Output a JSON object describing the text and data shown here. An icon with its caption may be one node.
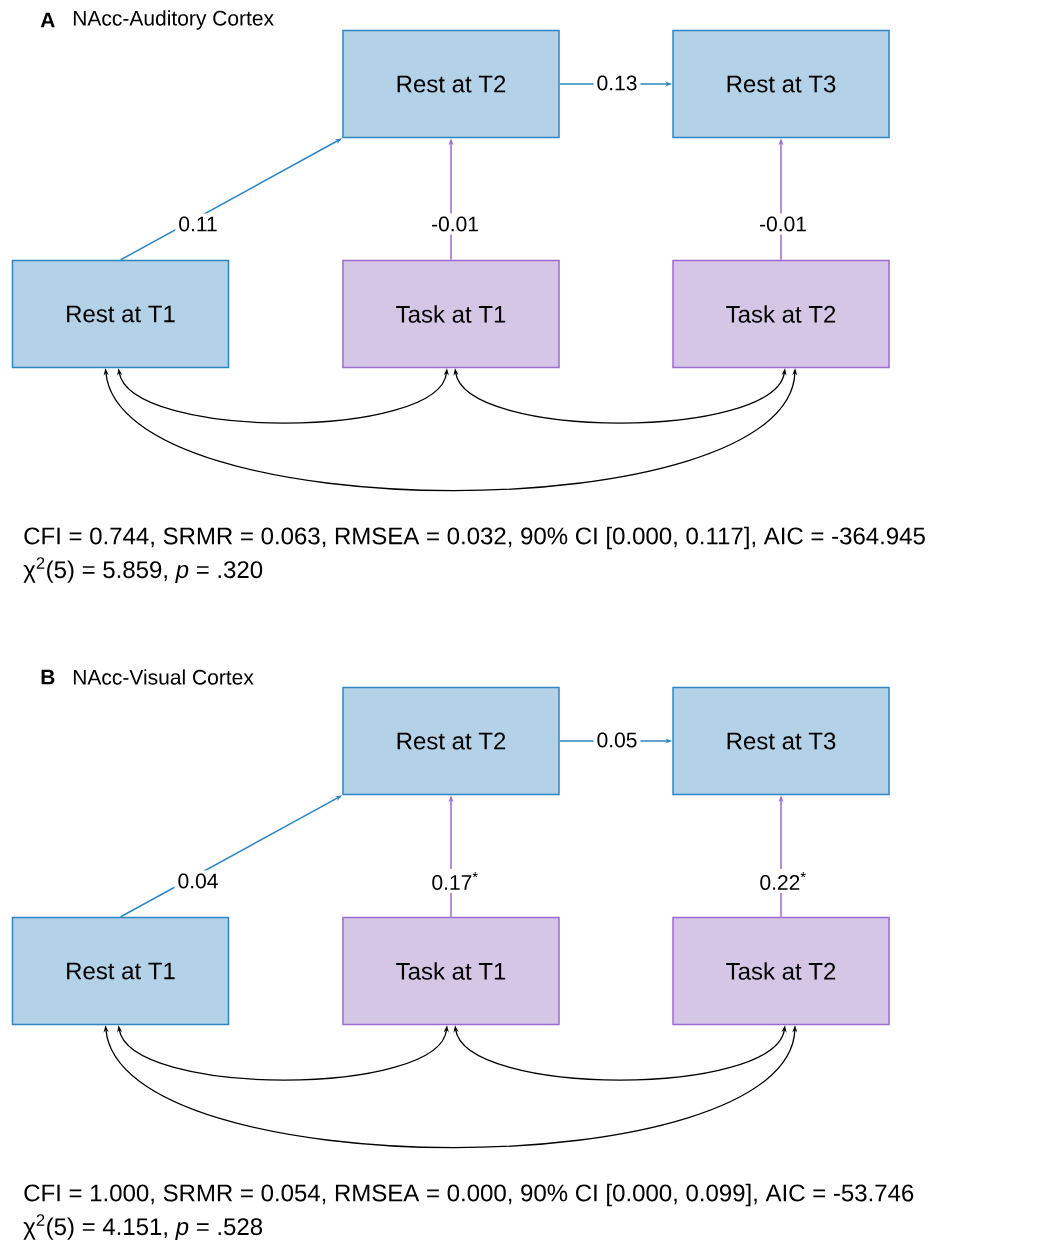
{
  "diagram": {
    "nodes": [
      {
        "text": [
          "Rest at T2"
        ]
      },
      {
        "text": [
          "Rest at T3"
        ]
      },
      {
        "text": [
          "Rest at T1"
        ]
      },
      {
        "text": [
          "Task at T1"
        ]
      },
      {
        "text": [
          "Task at T2"
        ]
      },
      {
        "text": [
          "Rest at T2"
        ]
      },
      {
        "text": [
          "Rest at T3"
        ]
      },
      {
        "text": [
          "Rest at T1"
        ]
      },
      {
        "text": [
          "Task at T1"
        ]
      },
      {
        "text": [
          "Task at T2"
        ]
      }
    ],
    "edges": [
      {
        "from": 2,
        "to": 0,
        "arrow": "to",
        "label": "0.11",
        "color": "#2e86c1"
      },
      {
        "from": 0,
        "to": 1,
        "arrow": "to",
        "label": "0.13",
        "color": "#2e86c1"
      },
      {
        "from": 3,
        "to": 0,
        "arrow": "to",
        "label": "-0.01",
        "color": "#9b6bd0"
      },
      {
        "from": 4,
        "to": 1,
        "arrow": "to",
        "label": "-0.01",
        "color": "#9b6bd0"
      },
      {
        "from": 2,
        "to": 3,
        "arrow": "both"
      },
      {
        "from": 3,
        "to": 4,
        "arrow": "both"
      },
      {
        "from": 2,
        "to": 4,
        "arrow": "both"
      },
      {
        "from": 7,
        "to": 5,
        "arrow": "to",
        "label": "0.04",
        "color": "#2e86c1"
      },
      {
        "from": 5,
        "to": 6,
        "arrow": "to",
        "label": "0.05",
        "color": "#2e86c1"
      },
      {
        "from": 8,
        "to": 5,
        "arrow": "to",
        "label": "0.17$^{*}$",
        "color": "#9b6bd0"
      },
      {
        "from": 9,
        "to": 6,
        "arrow": "to",
        "label": "0.22$^{*}$",
        "color": "#9b6bd0"
      },
      {
        "from": 7,
        "to": 8,
        "arrow": "both"
      },
      {
        "from": 8,
        "to": 9,
        "arrow": "both"
      },
      {
        "from": 7,
        "to": 9,
        "arrow": "both"
      }
    ],
    "labels": [
      "A",
      "NAcc-Auditory Cortex",
      "CFI = 0.744, SRMR = 0.063, RMSEA = 0.032, 90% CI [0.000, 0.117], AIC = -364.945",
      "χ$^{2}$(5) = 5.859, *p* = .320",
      "B",
      "NAcc-Visual Cortex",
      "CFI = 1.000, SRMR = 0.054, RMSEA = 0.000, 90% CI [0.000, 0.099], AIC = -53.746",
      "χ$^{2}$(5) = 4.151, *p* = .528"
    ]
  }
}
